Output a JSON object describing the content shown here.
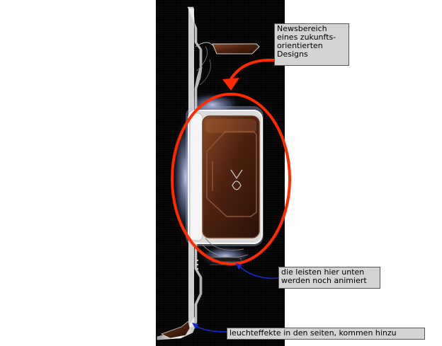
{
  "annotations": {
    "news_area": "Newsbereich\neines zukunfts-\norientierten\nDesigns",
    "bars_animated": "die leisten hier unten\nwerden noch animiert",
    "glow_effects": "leuchteffekte in den seiten, kommen hinzu"
  },
  "colors": {
    "panel_background": "#030303",
    "metal": "#e9e9e9",
    "brown_panel": "#5a2a14",
    "highlight_ellipse": "#ff2a00",
    "arrow_red": "#ff2a00",
    "arrow_blue": "#1a2bd6",
    "note_background": "#d3d3d3"
  }
}
